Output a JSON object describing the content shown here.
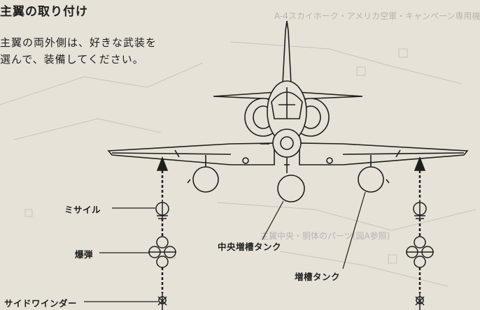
{
  "heading": {
    "title": "主翼の取り付け",
    "body_line1": "主翼の両外側は、好きな武装を",
    "body_line2": "選んで、装備してください。"
  },
  "callouts": {
    "missile": "ミサイル",
    "bomb": "爆弾",
    "sidewinder": "サイドワインダー",
    "center_drop_tank": "中央増槽タンク",
    "drop_tank": "増槽タンク"
  },
  "background_text": {
    "top_right_caption": "A-4スカイホーク・アメリカ空軍・キャンペーン専用機",
    "mid_caption": "主翼中央・胴体のパーツ(図A参照)"
  },
  "colors": {
    "paper": "#e7e2d8",
    "ink": "#1e1e1e",
    "faint_print": "#b9b4ad"
  }
}
